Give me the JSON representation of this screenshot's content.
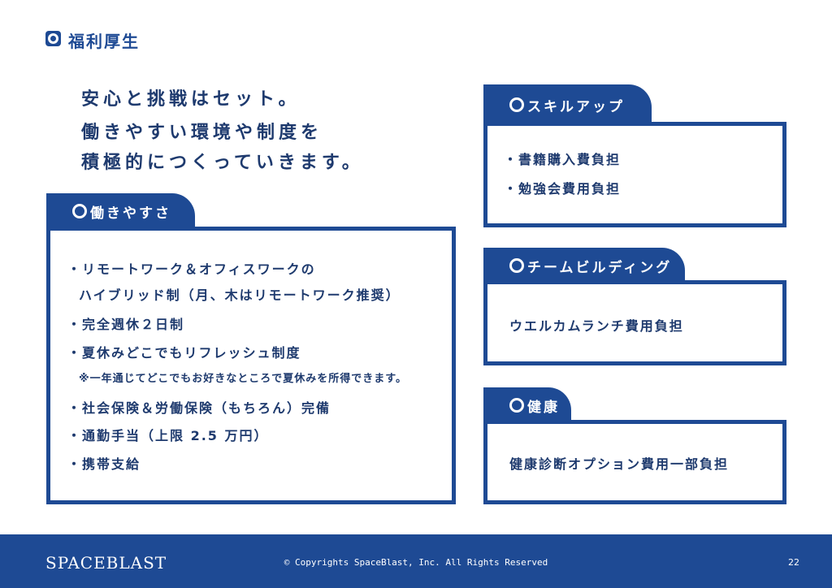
{
  "header": {
    "title": "福利厚生"
  },
  "catchphrase": [
    "安心と挑戦はセット。",
    "働きやすい環境や制度を",
    "積極的につくっていきます。"
  ],
  "work_env": {
    "title": "働きやすさ",
    "items": [
      "・リモートワーク＆オフィスワークの",
      "ハイブリッド制（月、木はリモートワーク推奨）",
      "・完全週休２日制",
      "・夏休みどこでもリフレッシュ制度",
      "※一年通じてどこでもお好きなところで夏休みを所得できます。",
      "・社会保険＆労働保険（もちろん）完備",
      "・通勤手当（上限 2.5 万円）",
      "・携帯支給"
    ]
  },
  "skillup": {
    "title": "スキルアップ",
    "items": [
      "・書籍購入費負担",
      "・勉強会費用負担"
    ]
  },
  "teambuilding": {
    "title": "チームビルディング",
    "items": [
      "ウエルカムランチ費用負担"
    ]
  },
  "health": {
    "title": "健康",
    "items": [
      "健康診断オプション費用一部負担"
    ]
  },
  "footer": {
    "logo": "SPACEBLAST",
    "copyright": "© Copyrights SpaceBlast, Inc. All Rights Reserved",
    "page": "22"
  },
  "colors": {
    "brand": "#1e4a94",
    "text": "#1e3a6e"
  }
}
